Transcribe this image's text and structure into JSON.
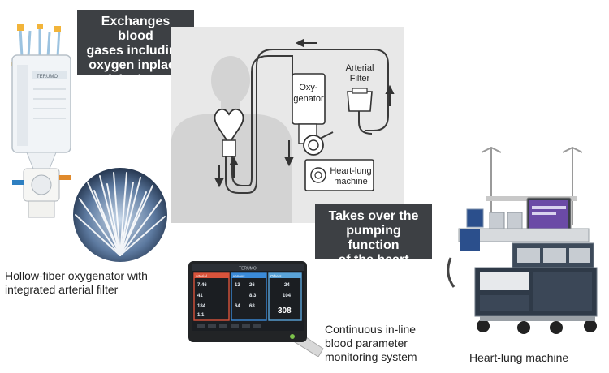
{
  "callouts": {
    "oxygenator_function": [
      "Exchanges blood",
      "gases including",
      "oxygen inplace",
      "of the lungs"
    ],
    "heart_function": [
      "Takes over the",
      "pumping function",
      "of the heart"
    ]
  },
  "diagram_labels": {
    "oxygenator": [
      "Oxy-",
      "genator"
    ],
    "arterial_filter": [
      "Arterial",
      "Filter"
    ],
    "heart_lung_machine": [
      "Heart-lung",
      "machine"
    ]
  },
  "captions": {
    "hollow_fiber": [
      "Hollow-fiber oxygenator with",
      "integrated arterial filter"
    ],
    "monitoring": [
      "Continuous in-line",
      "blood parameter",
      "monitoring system"
    ],
    "heart_lung_machine": "Heart-lung machine"
  },
  "monitor_screen": {
    "brand": "TERUMO",
    "panel_headers": [
      "arterial",
      "venous",
      "Others"
    ],
    "readings": [
      "7.46",
      "41",
      "184",
      "13",
      "26",
      "8.3",
      "64",
      "68",
      "24",
      "104",
      "308",
      "1.1"
    ]
  },
  "colors": {
    "callout_bg": "#3d4044",
    "diagram_bg": "#e8e8e8",
    "silhouette": "#d3d3d3",
    "panel_arterial": "#d9533b",
    "panel_venous": "#3b8bd9",
    "panel_others": "#5aa3d8"
  }
}
